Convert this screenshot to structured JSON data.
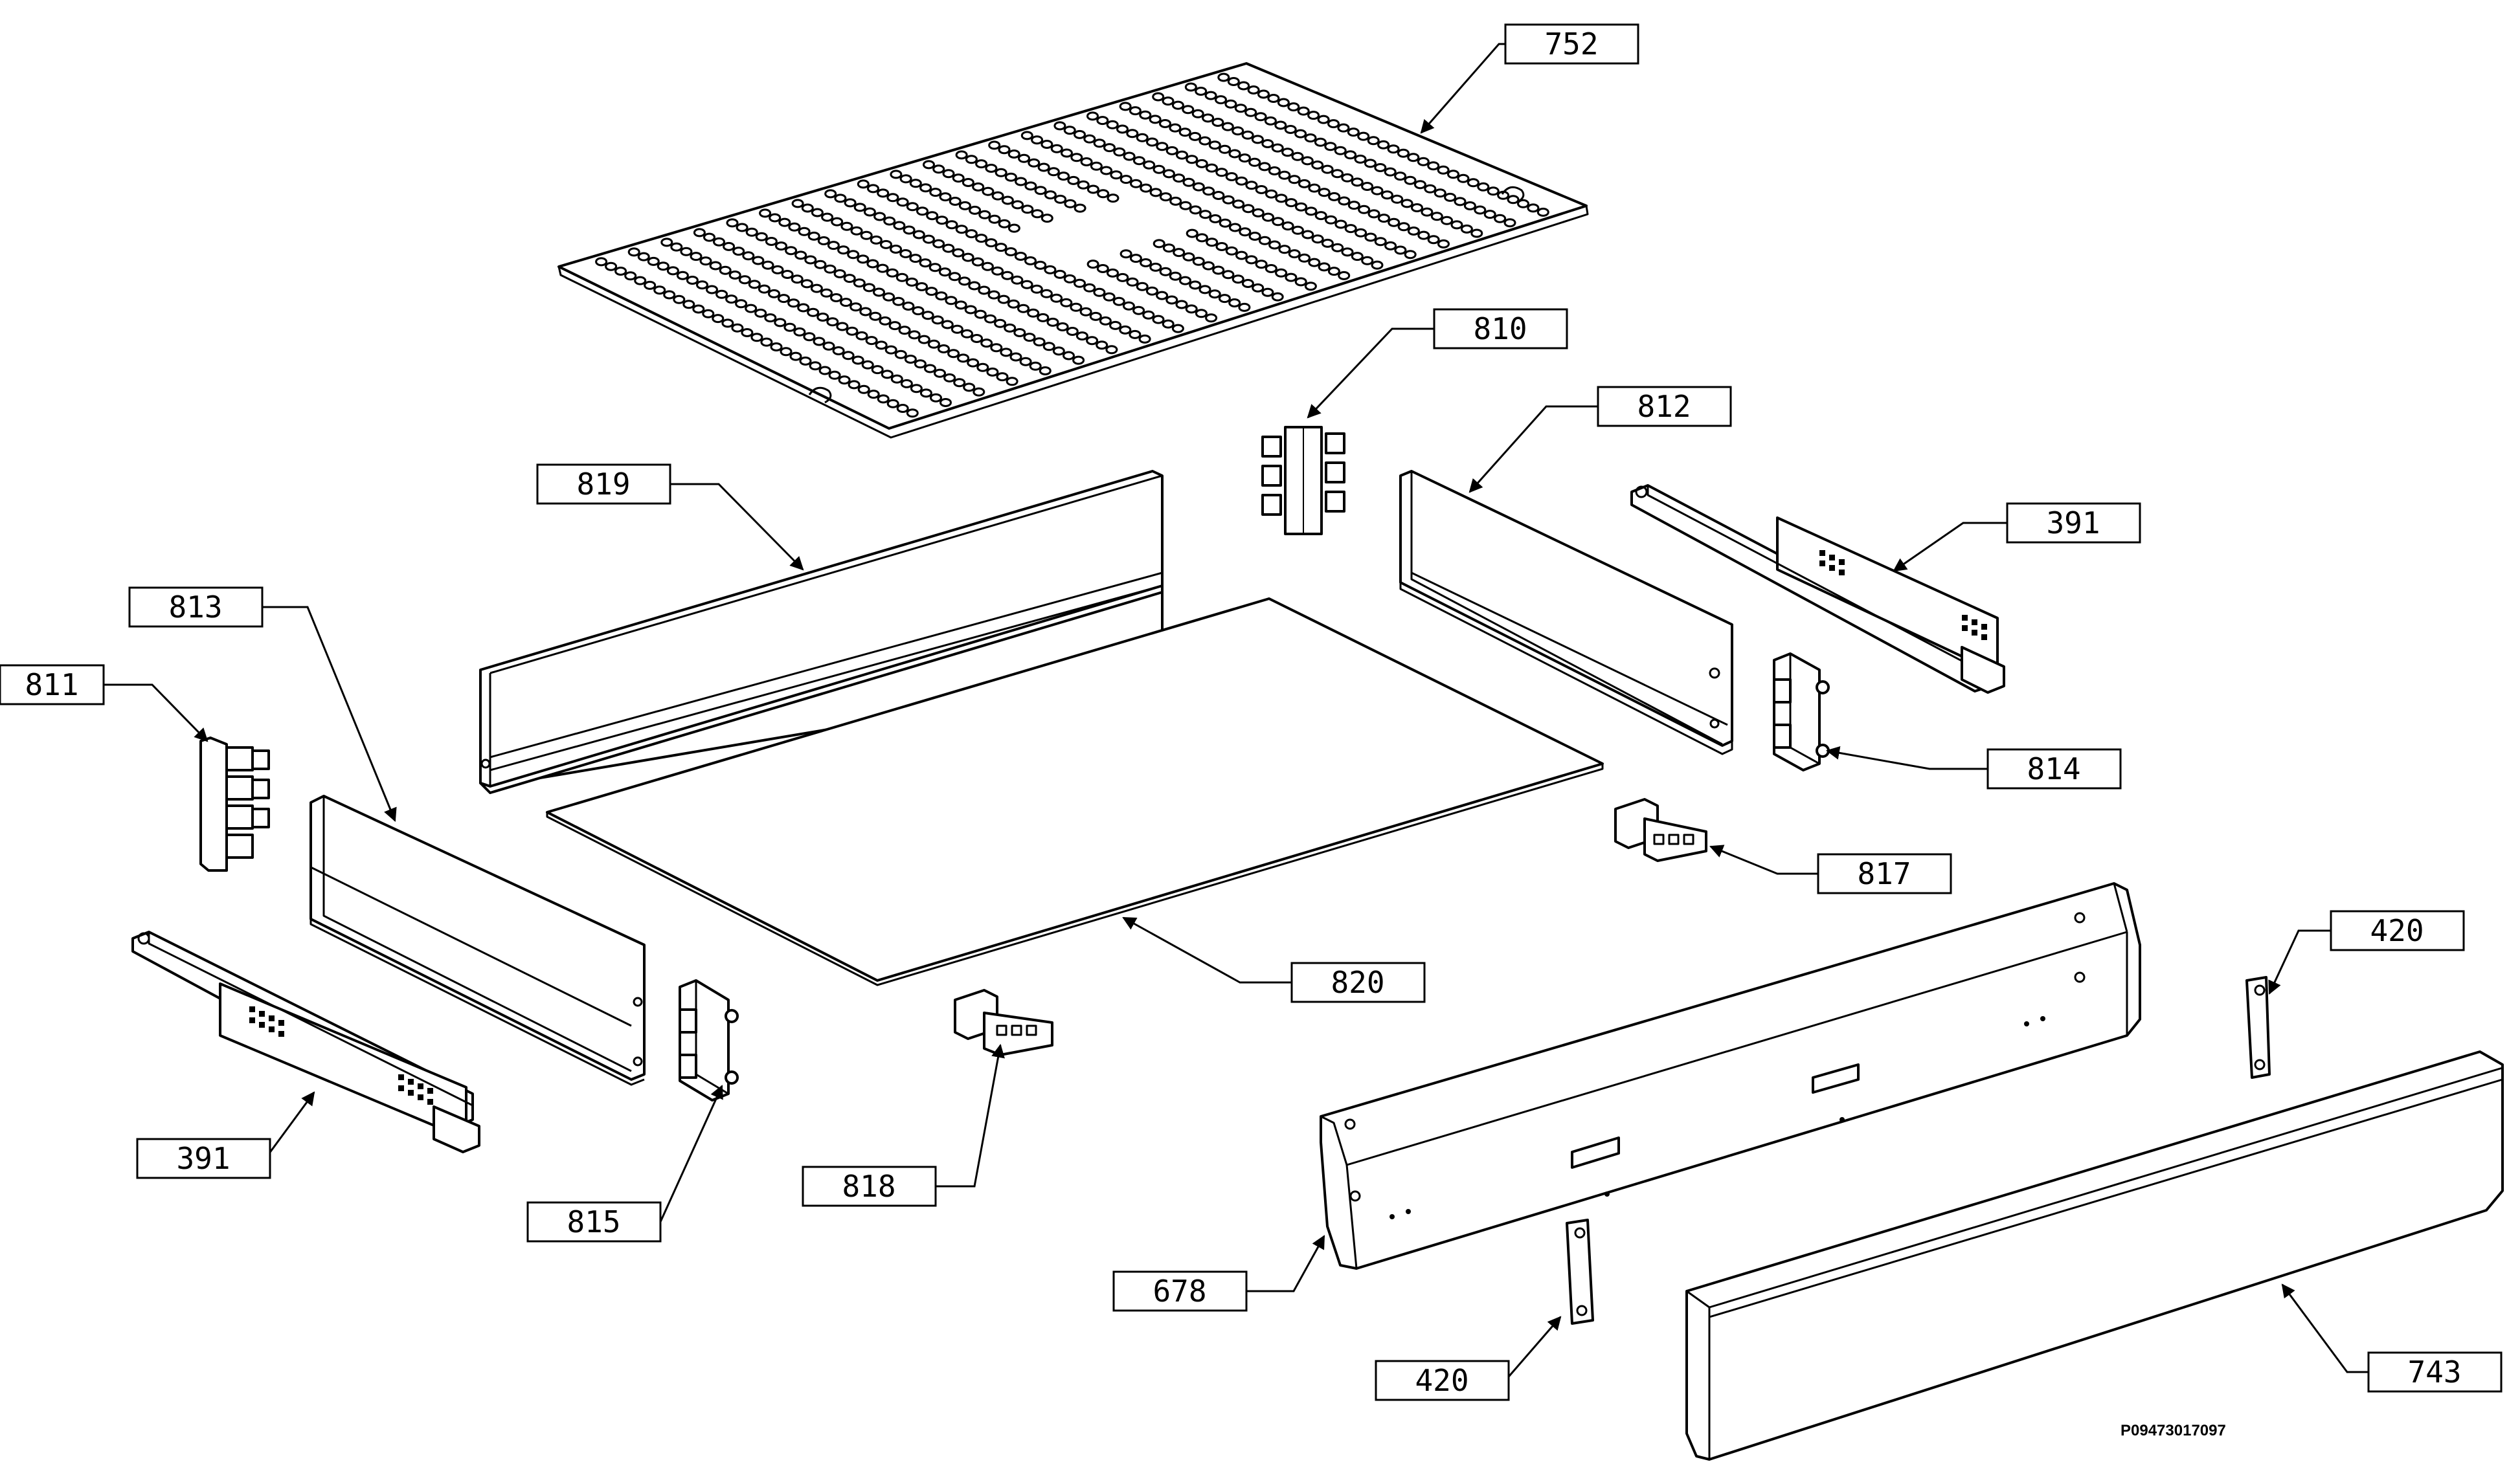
{
  "diagram": {
    "part_labels": [
      "752",
      "810",
      "812",
      "819",
      "391",
      "813",
      "811",
      "814",
      "817",
      "820",
      "420",
      "678",
      "818",
      "815",
      "391",
      "420",
      "743"
    ],
    "document_code": "P09473017097"
  }
}
